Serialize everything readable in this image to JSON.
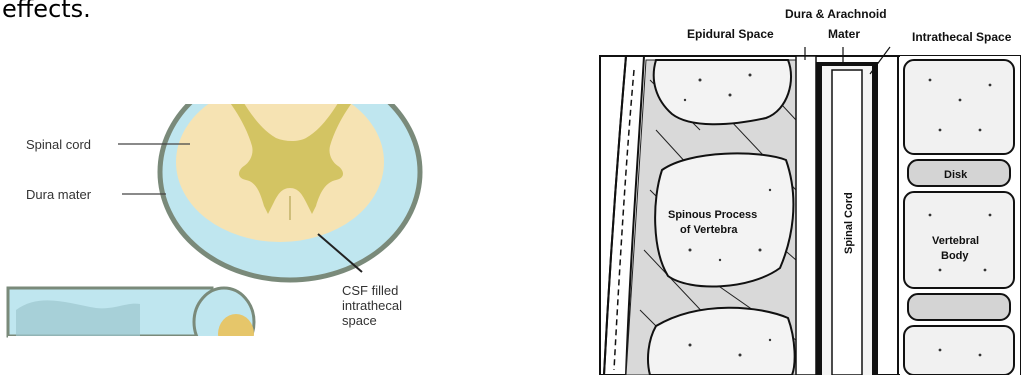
{
  "slide": {
    "text_fragment": "effects."
  },
  "left_figure": {
    "labels": {
      "spinal_cord": "Spinal cord",
      "dura_mater": "Dura mater",
      "csf_line1": "CSF filled",
      "csf_line2": "intrathecal",
      "csf_line3": "space"
    },
    "colors": {
      "csf": "#bfe6ef",
      "cord": "#f6e3b3",
      "grey_matter": "#cfc05a",
      "dura": "#7a8a7a"
    }
  },
  "right_figure": {
    "labels": {
      "dura_arachnoid_line1": "Dura & Arachnoid",
      "dura_arachnoid_line2": "Mater",
      "epidural_space": "Epidural Space",
      "intrathecal_space": "Intrathecal Space",
      "disk": "Disk",
      "spinous_process_line1": "Spinous Process",
      "spinous_process_line2": "of Vertebra",
      "spinal_cord": "Spinal Cord",
      "vertebral_body_line1": "Vertebral",
      "vertebral_body_line2": "Body"
    }
  }
}
